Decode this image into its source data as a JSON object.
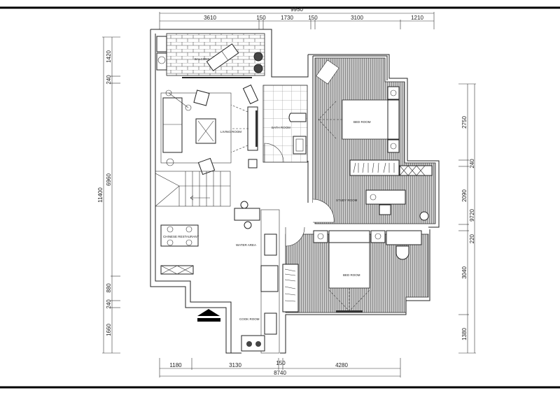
{
  "plan": {
    "top_dims": {
      "total": "9950",
      "d1": "3610",
      "d2": "150",
      "d3": "1730",
      "d4": "150",
      "d5": "3100",
      "d6": "1210"
    },
    "left_dims": {
      "total": "11400",
      "d1": "1420",
      "d2": "240",
      "d3": "6960",
      "d4": "880",
      "d5": "240",
      "d6": "1660"
    },
    "right_dims": {
      "total": "9720",
      "d1": "2750",
      "d2": "240",
      "d3": "2090",
      "d4": "220",
      "d5": "3040",
      "d6": "1380"
    },
    "bottom_dims": {
      "total": "8740",
      "d1": "1180",
      "d2": "3130",
      "d3": "150",
      "d4": "4280"
    },
    "rooms": {
      "balcony": "BALCONY",
      "living": "LIVING ROOM",
      "bath": "BATH ROOM",
      "bed1": "BED ROOM",
      "study": "STUDY ROOM",
      "dining": "CHINESE RESTAURANT",
      "water": "WATER AREA",
      "cook": "COOK ROOM",
      "bed2": "BED ROOM"
    },
    "colors": {
      "line": "#222222",
      "floor_hatch": "#9a9a9a"
    }
  }
}
